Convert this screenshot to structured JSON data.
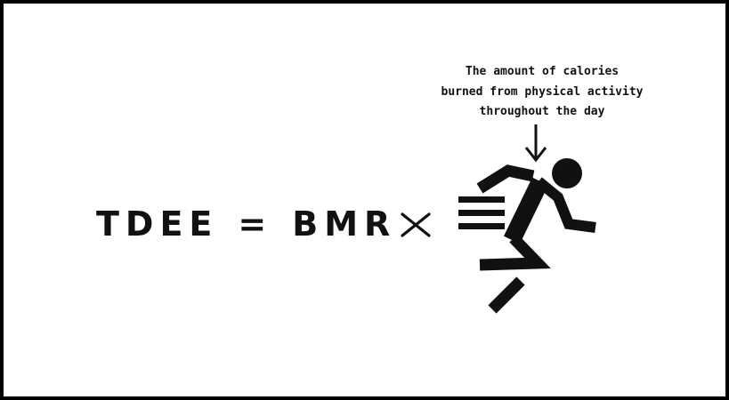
{
  "equation": {
    "lhs": "TDEE",
    "equals": "=",
    "bmr": "BMR"
  },
  "annotation": {
    "line1": "The amount of calories",
    "line2": "burned from physical activity",
    "line3": "throughout the day"
  },
  "icons": {
    "multiply": "multiply-icon",
    "arrow": "down-arrow-icon",
    "runner": "running-person-icon"
  },
  "colors": {
    "ink": "#111111",
    "background": "#ffffff",
    "border": "#000000"
  }
}
